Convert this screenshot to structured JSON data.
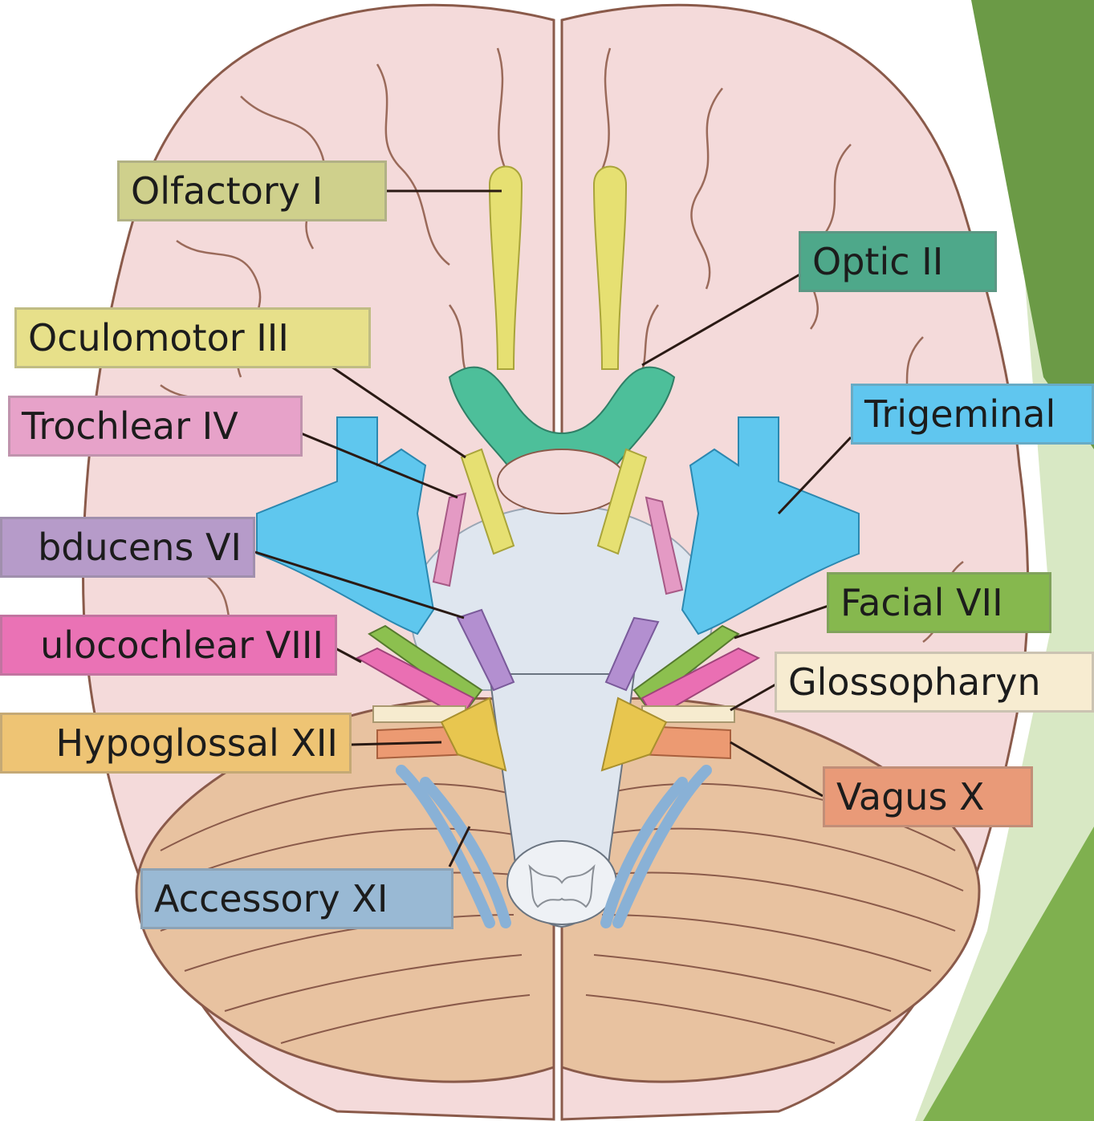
{
  "diagram": {
    "colors": {
      "cerebrum_fill": "#f4dada",
      "cerebrum_stroke": "#8a5a4a",
      "cerebellum_fill": "#e8c2a0",
      "brainstem_fill": "#dfe6ef",
      "slide_green_dark": "#6b9a46",
      "slide_green_mid": "#7fb04f",
      "slide_green_light": "#d8e8c4"
    },
    "labels": [
      {
        "key": "olfactory",
        "text": "Olfactory I",
        "bg": "#cfd08c"
      },
      {
        "key": "optic",
        "text": "Optic II",
        "bg": "#4ea88a"
      },
      {
        "key": "oculomotor",
        "text": "Oculomotor III",
        "bg": "#e7e08a"
      },
      {
        "key": "trochlear",
        "text": "Trochlear IV",
        "bg": "#e7a2c9"
      },
      {
        "key": "trigeminal",
        "text": "Trigeminal",
        "bg": "#60c6ef"
      },
      {
        "key": "abducens",
        "text": "bducens VI",
        "bg": "#b69bc9"
      },
      {
        "key": "facial",
        "text": "Facial VII",
        "bg": "#86b84e"
      },
      {
        "key": "vestibulocochlear",
        "text": "ulocochlear VIII",
        "bg": "#ea72b5"
      },
      {
        "key": "glossopharyngeal",
        "text": "Glossopharyn",
        "bg": "#f7ecd1"
      },
      {
        "key": "hypoglossal",
        "text": "Hypoglossal XII",
        "bg": "#eec474"
      },
      {
        "key": "vagus",
        "text": "Vagus X",
        "bg": "#e99a78"
      },
      {
        "key": "accessory",
        "text": "Accessory XI",
        "bg": "#99b9d4"
      }
    ]
  }
}
